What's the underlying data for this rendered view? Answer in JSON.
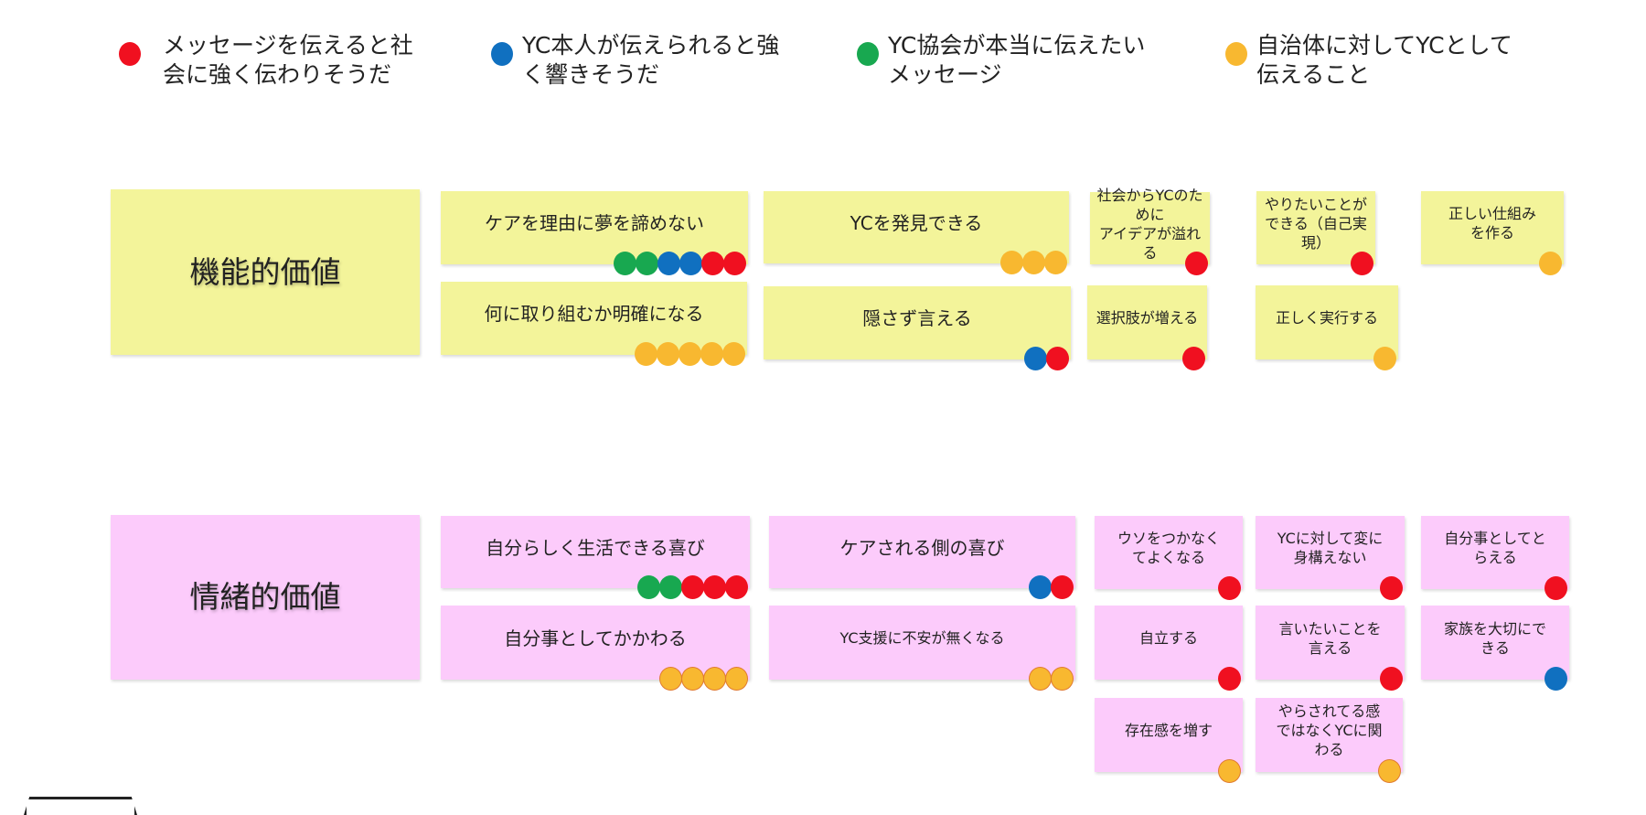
{
  "colors": {
    "red": "#f01020",
    "blue": "#1070c0",
    "green": "#18a850",
    "orange": "#f8b830"
  },
  "legend": [
    {
      "color": "red",
      "label": "メッセージを伝えると社\n会に強く伝わりそうだ"
    },
    {
      "color": "blue",
      "label": "YC本人が伝えられると強\nく響きそうだ"
    },
    {
      "color": "green",
      "label": "YC協会が本当に伝えたい\nメッセージ"
    },
    {
      "color": "orange",
      "label": "自治体に対してYCとして\n伝えること"
    }
  ],
  "functional": {
    "heading": "機能的価値",
    "cards": [
      {
        "text": "ケアを理由に夢を諦めない",
        "dots": [
          "green",
          "green",
          "blue",
          "blue",
          "red",
          "red"
        ]
      },
      {
        "text": "何に取り組むか明確になる",
        "dots": [
          "orange",
          "orange",
          "orange",
          "orange",
          "orange"
        ]
      },
      {
        "text": "YCを発見できる",
        "dots": [
          "orange",
          "orange",
          "orange"
        ]
      },
      {
        "text": "隠さず言える",
        "dots": [
          "blue",
          "red"
        ]
      },
      {
        "text": "社会からYCのた\nめに\nアイデアが溢れる",
        "dots": [
          "red"
        ]
      },
      {
        "text": "選択肢が増える",
        "dots": [
          "red"
        ]
      },
      {
        "text": "やりたいことが\nできる（自己実\n現）",
        "dots": [
          "red"
        ]
      },
      {
        "text": "正しく実行する",
        "dots": [
          "orange"
        ]
      },
      {
        "text": "正しい仕組み\nを作る",
        "dots": [
          "orange"
        ]
      }
    ]
  },
  "emotional": {
    "heading": "情緒的価値",
    "cards": [
      {
        "text": "自分らしく生活できる喜び",
        "dots": [
          "green",
          "green",
          "red",
          "red",
          "red"
        ]
      },
      {
        "text": "自分事としてかかわる",
        "dots": [
          "orange",
          "orange",
          "orange",
          "orange"
        ]
      },
      {
        "text": "ケアされる側の喜び",
        "dots": [
          "blue",
          "red"
        ]
      },
      {
        "text": "YC支援に不安が無くなる",
        "dots": [
          "orange",
          "orange"
        ]
      },
      {
        "text": "ウソをつかなく\nてよくなる",
        "dots": [
          "red"
        ]
      },
      {
        "text": "自立する",
        "dots": [
          "red"
        ]
      },
      {
        "text": "存在感を増す",
        "dots": [
          "orange"
        ]
      },
      {
        "text": "YCに対して変に\n身構えない",
        "dots": [
          "red"
        ]
      },
      {
        "text": "言いたいことを\n言える",
        "dots": [
          "red"
        ]
      },
      {
        "text": "やらされてる感\nではなくYCに関\nわる",
        "dots": [
          "orange"
        ]
      },
      {
        "text": "自分事としてと\nらえる",
        "dots": [
          "red"
        ]
      },
      {
        "text": "家族を大切にで\nきる",
        "dots": [
          "blue"
        ]
      }
    ]
  }
}
